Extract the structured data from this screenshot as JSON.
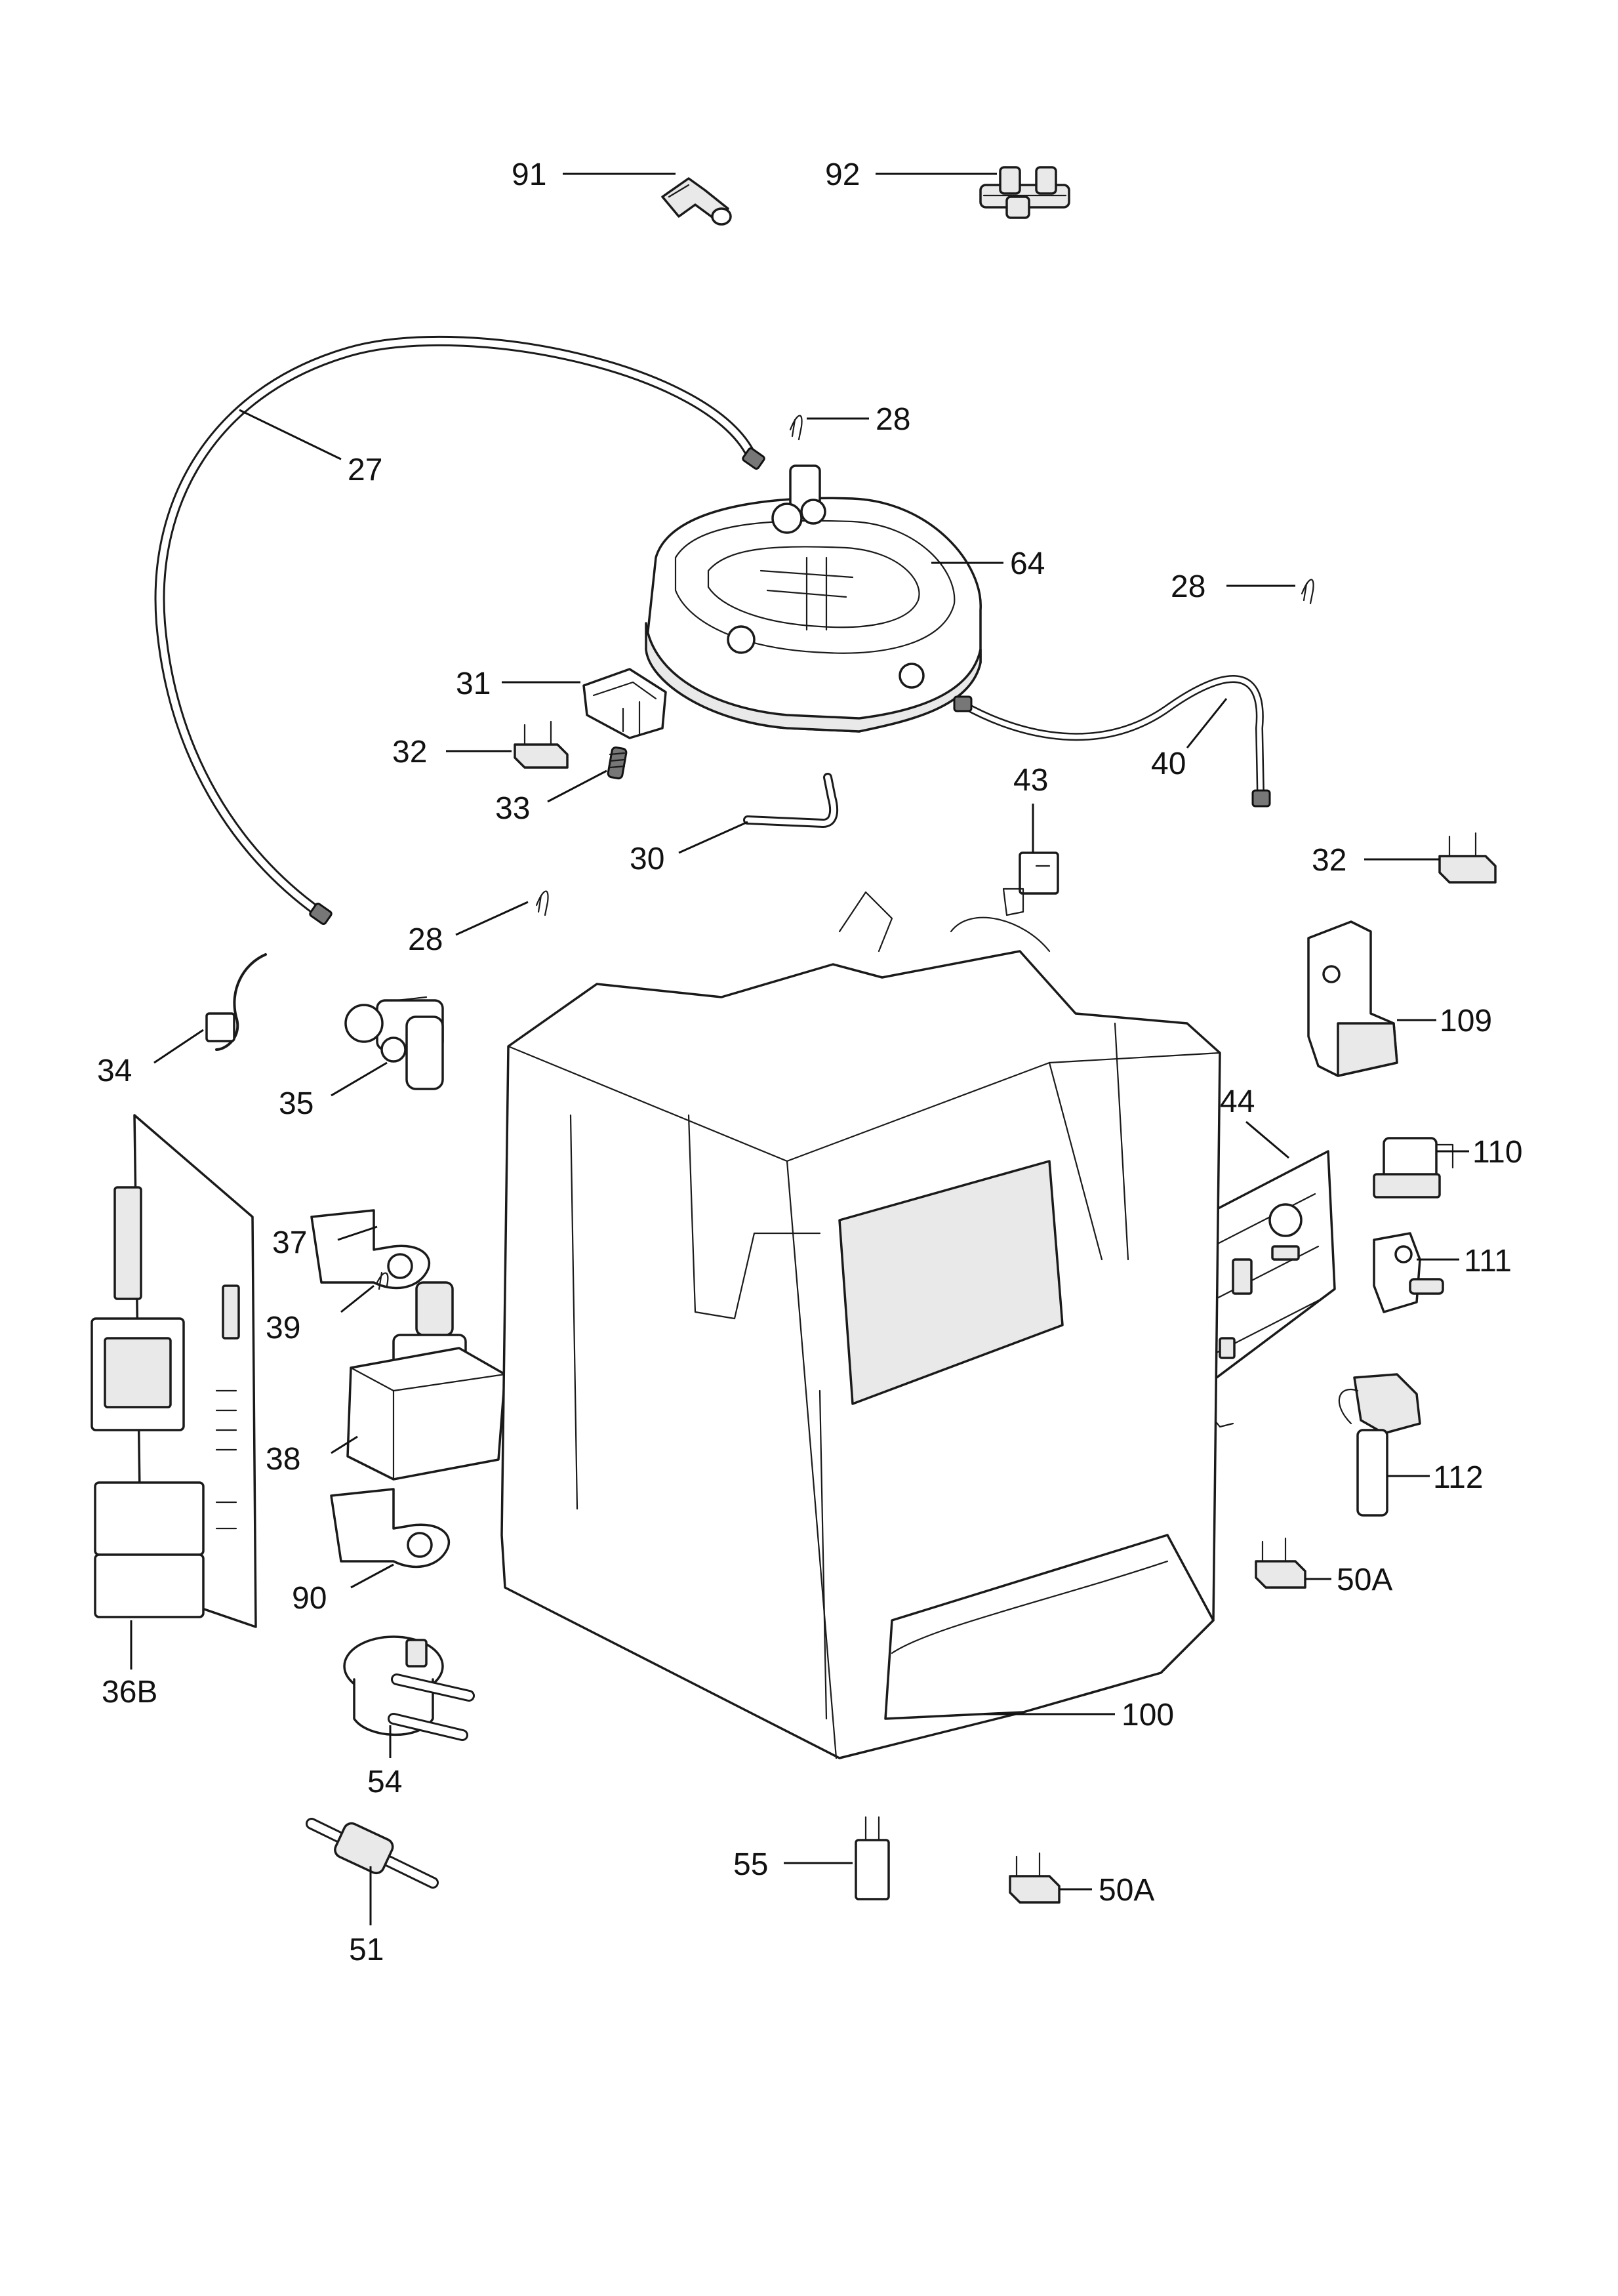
{
  "callouts": [
    {
      "id": "c91",
      "text": "91"
    },
    {
      "id": "c92",
      "text": "92"
    },
    {
      "id": "c28a",
      "text": "28"
    },
    {
      "id": "c27",
      "text": "27"
    },
    {
      "id": "c64",
      "text": "64"
    },
    {
      "id": "c28b",
      "text": "28"
    },
    {
      "id": "c31",
      "text": "31"
    },
    {
      "id": "c32a",
      "text": "32"
    },
    {
      "id": "c33",
      "text": "33"
    },
    {
      "id": "c40",
      "text": "40"
    },
    {
      "id": "c43",
      "text": "43"
    },
    {
      "id": "c30",
      "text": "30"
    },
    {
      "id": "c32b",
      "text": "32"
    },
    {
      "id": "c28c",
      "text": "28"
    },
    {
      "id": "c109",
      "text": "109"
    },
    {
      "id": "c34",
      "text": "34"
    },
    {
      "id": "c35",
      "text": "35"
    },
    {
      "id": "c44",
      "text": "44"
    },
    {
      "id": "c110",
      "text": "110"
    },
    {
      "id": "c37",
      "text": "37"
    },
    {
      "id": "c111",
      "text": "111"
    },
    {
      "id": "c39",
      "text": "39"
    },
    {
      "id": "c38",
      "text": "38"
    },
    {
      "id": "c112",
      "text": "112"
    },
    {
      "id": "c90",
      "text": "90"
    },
    {
      "id": "c50a1",
      "text": "50A"
    },
    {
      "id": "c36b",
      "text": "36B"
    },
    {
      "id": "c100",
      "text": "100"
    },
    {
      "id": "c54",
      "text": "54"
    },
    {
      "id": "c55",
      "text": "55"
    },
    {
      "id": "c50a2",
      "text": "50A"
    },
    {
      "id": "c51",
      "text": "51"
    }
  ]
}
